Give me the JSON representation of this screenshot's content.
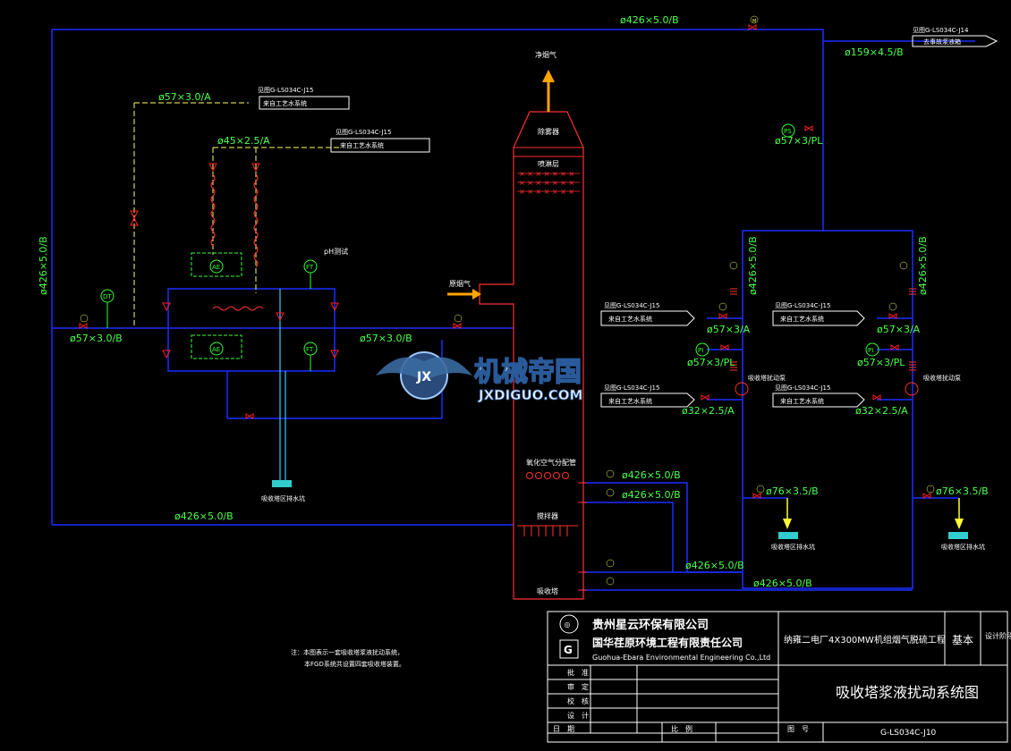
{
  "pipe_labels": {
    "top_main": "ø426×5.0/B",
    "top_right": "ø159×4.5/B",
    "left_vertical": "ø426×5.0/B",
    "left_in": "ø57×3.0/B",
    "water_in1": "ø57×3.0/A",
    "water_in2": "ø45×2.5/A",
    "mid_out": "ø57×3.0/B",
    "bottom_left": "ø426×5.0/B",
    "ps_line": "ø57×3/PL",
    "right_v1": "ø426×5.0/B",
    "right_v2": "ø426×5.0/B",
    "p1_water": "ø57×3/A",
    "p2_water": "ø57×3/A",
    "p1_pi": "ø57×3/PL",
    "p2_pi": "ø57×3/PL",
    "p1_flush": "ø32×2.5/A",
    "p2_flush": "ø32×2.5/A",
    "p1_drain": "ø76×3.5/B",
    "p2_drain": "ø76×3.5/B",
    "tower_out1": "ø426×5.0/B",
    "tower_out2": "ø426×5.0/B",
    "return1": "ø426×5.0/B",
    "return2": "ø426×5.0/B"
  },
  "refs": {
    "r14": "见图G-LS034C-J14",
    "r15a": "见图G-LS034C-J15",
    "r15b": "见图G-LS034C-J15",
    "r15c": "见图G-LS034C-J15",
    "r15d": "见图G-LS034C-J15",
    "r15e": "见图G-LS034C-J15",
    "r15f": "见图G-LS034C-J15"
  },
  "boxes": {
    "to_tank": "去事故浆液箱",
    "water1": "来自工艺水系统",
    "water2": "来自工艺水系统",
    "water3": "来自工艺水系统",
    "water4": "来自工艺水系统",
    "water5": "来自工艺水系统",
    "water6": "来自工艺水系统"
  },
  "tower": {
    "net_gas": "净烟气",
    "raw_gas": "原烟气",
    "demister": "除雾器",
    "spray": "喷淋层",
    "oxidation_air": "氧化空气分配管",
    "agitator": "搅拌器",
    "absorber": "吸收塔"
  },
  "instruments": {
    "dt": "DT",
    "ae1": "AE",
    "ae2": "AE",
    "ft1": "FT",
    "ft2": "FT",
    "ps": "PS",
    "pi1": "PI",
    "pi2": "PI",
    "ph": "pH测试",
    "m": "M"
  },
  "misc": {
    "drain_left": "吸收塔区排水坑",
    "drain_mid": "吸收塔区排水坑",
    "drain_right": "吸收塔区排水坑",
    "pump1": "吸收塔扰动泵",
    "pump2": "吸收塔扰动泵",
    "note1": "注：本图表示一套吸收塔浆液扰动系统，",
    "note2": "本FGD系统共设置四套吸收塔装置。"
  },
  "watermark": {
    "cn": "机械帝国",
    "en": "JXDIGUO.COM"
  },
  "title_block": {
    "company1": "贵州星云环保有限公司",
    "company2": "国华荏原环境工程有限责任公司",
    "company2_en": "Guohua-Ebara Environmental Engineering Co.,Ltd",
    "project": "纳雍二电厂4X300MW机组烟气脱硫工程",
    "stage": "基本",
    "design_stage": "设计阶段",
    "drawing_title": "吸收塔浆液扰动系统图",
    "approve": "批　准",
    "review": "审　定",
    "check": "校　核",
    "design": "设　计",
    "date": "日　期",
    "scale": "比　例",
    "drawing_no_label": "图　号",
    "drawing_no": "G-LS034C-J10"
  },
  "colors": {
    "pipe_blue": "#1a2eff",
    "text_green": "#4cff4c",
    "valve_red": "#ff2020",
    "tower_red": "#ff3030",
    "signal_yellow": "#ffff33",
    "instrument_green": "#33ff33",
    "water_cyan": "#33ccff",
    "arrow_orange": "#ffa500",
    "box_white": "#ffffff"
  }
}
